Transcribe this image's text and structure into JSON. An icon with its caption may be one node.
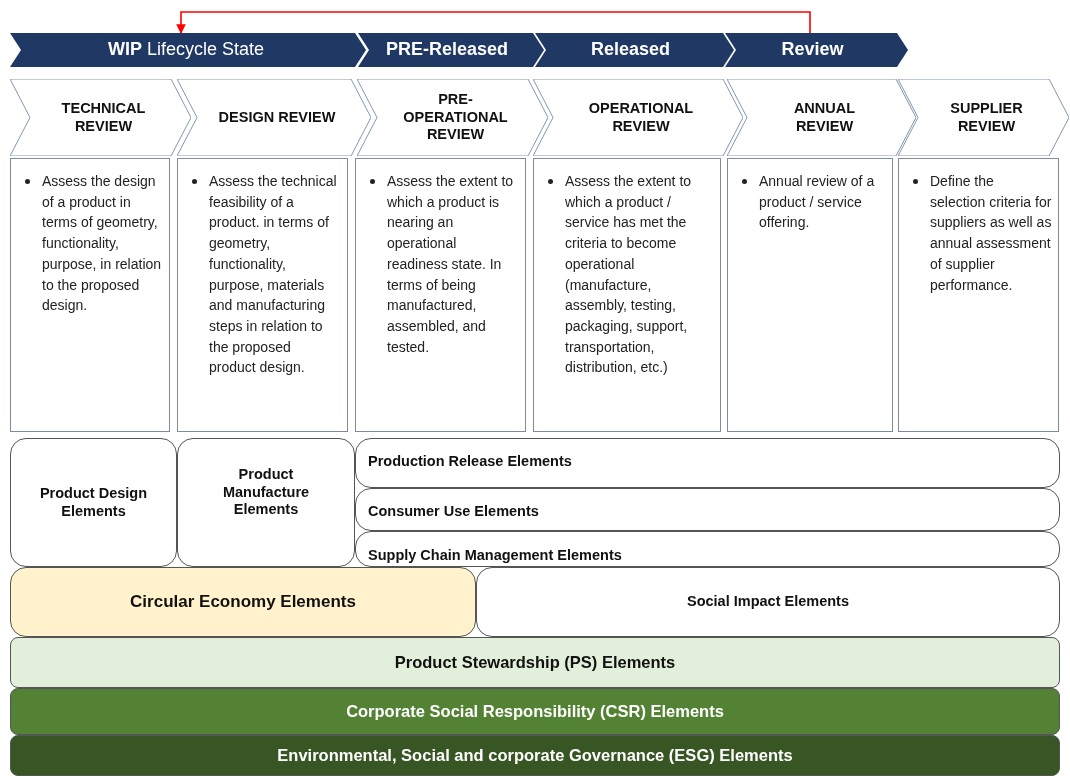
{
  "diagram": {
    "nodes": [
      {
        "text": [
          "**WIP** Lifecycle State"
        ]
      },
      {
        "text": [
          "PRE-Released"
        ]
      },
      {
        "text": [
          "Released"
        ]
      },
      {
        "text": [
          "Review"
        ]
      },
      {
        "text": [
          "TECHNICAL REVIEW"
        ]
      },
      {
        "text": [
          "DESIGN REVIEW"
        ]
      },
      {
        "text": [
          "PRE-OPERATIONAL REVIEW"
        ]
      },
      {
        "text": [
          "OPERATIONAL REVIEW"
        ]
      },
      {
        "text": [
          "ANNUAL REVIEW"
        ]
      },
      {
        "text": [
          "SUPPLIER REVIEW"
        ]
      },
      {
        "text": [
          "Assess the design of a product in terms of geometry, functionality, purpose, in relation to the proposed design."
        ]
      },
      {
        "text": [
          "Assess the technical feasibility of a product. in terms of geometry, functionality, purpose, materials and manufacturing steps in relation to the proposed product design."
        ]
      },
      {
        "text": [
          "Assess the extent to which a product is nearing an operational readiness state. In terms of being manufactured, assembled, and tested."
        ]
      },
      {
        "text": [
          "Assess the extent to which a product / service has met the criteria to become operational (manufacture, assembly, testing, packaging, support, transportation, distribution, etc.)"
        ]
      },
      {
        "text": [
          "Annual review of a product / service offering."
        ]
      },
      {
        "text": [
          "Define the selection criteria for suppliers as well as annual assessment of supplier performance."
        ]
      },
      {
        "text": [
          "Product Design Elements"
        ]
      },
      {
        "text": [
          "Product Manufacture Elements"
        ]
      },
      {
        "text": [
          "Production Release Elements"
        ]
      },
      {
        "text": [
          "Consumer Use Elements"
        ]
      },
      {
        "text": [
          "Supply Chain Management Elements"
        ]
      },
      {
        "text": [
          "Circular Economy Elements"
        ]
      },
      {
        "text": [
          "Social Impact Elements"
        ]
      },
      {
        "text": [
          "Product Stewardship (PS) Elements"
        ]
      },
      {
        "text": [
          "Corporate Social Responsibility (CSR) Elements"
        ]
      },
      {
        "text": [
          "Environmental, Social and corporate Governance (ESG) Elements"
        ]
      }
    ],
    "edges": [
      {
        "from": 3,
        "to": 0,
        "arrow": "to",
        "color": "#ff0000"
      }
    ]
  }
}
